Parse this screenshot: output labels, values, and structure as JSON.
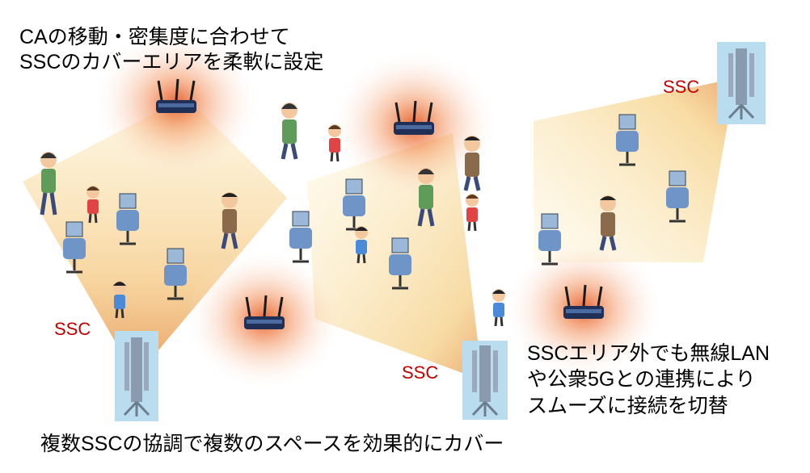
{
  "texts": {
    "top_line1": "CAの移動・密集度に合わせて",
    "top_line2": "SSCのカバーエリアを柔軟に設定",
    "right_line1": "SSCエリア外でも無線LAN",
    "right_line2": "や公衆5Gとの連携により",
    "right_line3": "スムーズに接続を切替",
    "bottom": "複数SSCの協調で複数のスペースを効果的にカバー"
  },
  "ssc_labels": [
    "SSC",
    "SSC",
    "SSC"
  ],
  "colors": {
    "beam_fill": "#f7d98a",
    "glow": "#e85a1e",
    "ssc_label": "#c00000",
    "antenna_panel": "#b9dcee"
  },
  "icons": {
    "antenna": "ssc-antenna-icon",
    "router": "wifi-router-icon",
    "robot": "robot-icon",
    "person": "person-icon",
    "child": "child-icon"
  }
}
